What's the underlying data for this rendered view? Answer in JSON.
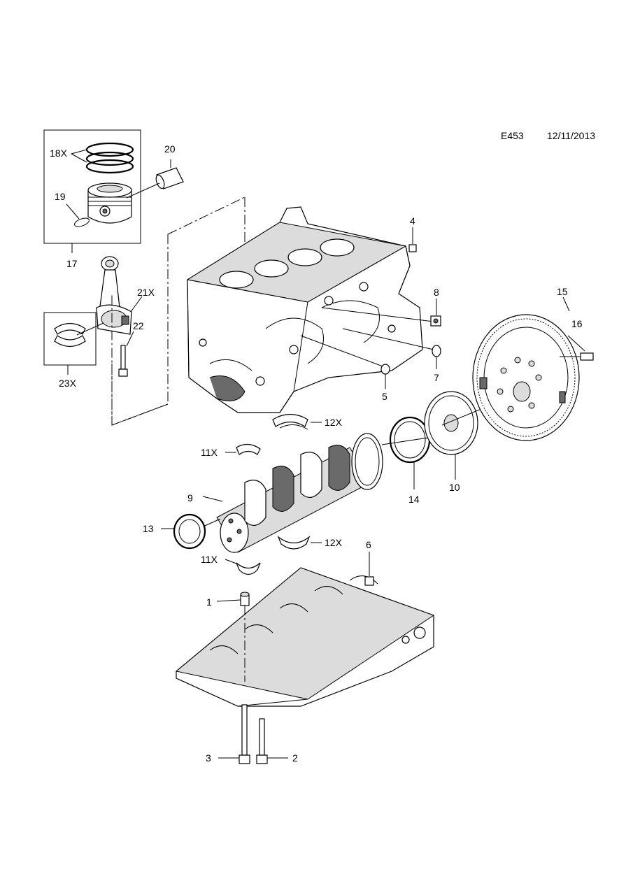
{
  "header": {
    "diagram_code": "E453",
    "date": "12/11/2013"
  },
  "callouts": {
    "c1": "1",
    "c2": "2",
    "c3": "3",
    "c4": "4",
    "c5": "5",
    "c6": "6",
    "c7": "7",
    "c8": "8",
    "c9": "9",
    "c10": "10",
    "c11a": "11X",
    "c11b": "11X",
    "c12a": "12X",
    "c12b": "12X",
    "c13": "13",
    "c14": "14",
    "c15": "15",
    "c16": "16",
    "c17": "17",
    "c18": "18X",
    "c19": "19",
    "c20": "20",
    "c21": "21X",
    "c22": "22",
    "c23": "23X"
  }
}
